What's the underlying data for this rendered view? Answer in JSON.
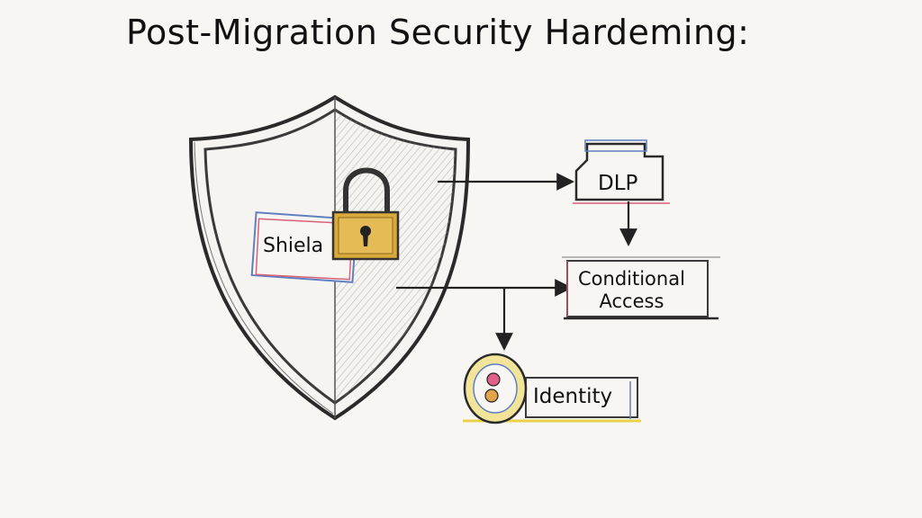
{
  "title": "Post-Migration Security Hardeming:",
  "nodes": {
    "shield": "Shiela",
    "dlp": "DLP",
    "conditional_access": [
      "Conditional",
      "Access"
    ],
    "identity": "Identity"
  },
  "colors": {
    "ink": "#2a2a2a",
    "paper": "#f7f6f3",
    "lock_gold": "#d9a93a",
    "accent_blue": "#5f7fc0",
    "accent_pink": "#d9607a",
    "accent_yellow": "#e9d24a"
  }
}
